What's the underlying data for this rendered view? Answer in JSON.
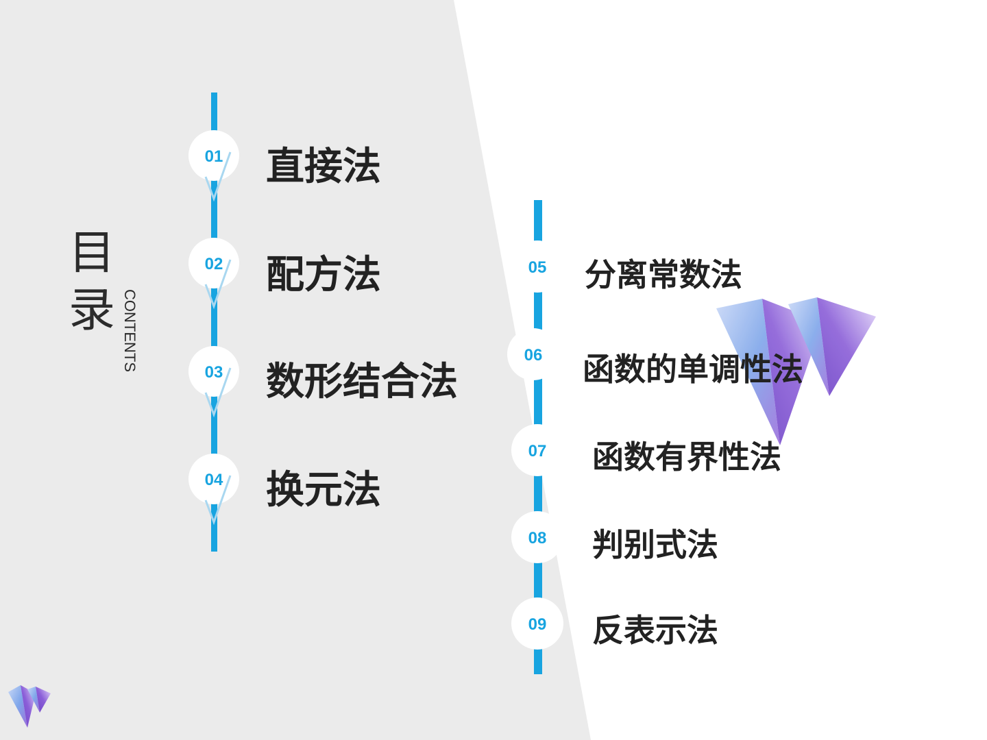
{
  "title": {
    "main_char_1": "目",
    "main_char_2": "录",
    "subtitle": "CONTENTS"
  },
  "left_items": [
    {
      "number": "01",
      "label": "直接法"
    },
    {
      "number": "02",
      "label": "配方法"
    },
    {
      "number": "03",
      "label": "数形结合法"
    },
    {
      "number": "04",
      "label": "换元法"
    }
  ],
  "right_items": [
    {
      "number": "05",
      "label": "分离常数法"
    },
    {
      "number": "06",
      "label": "函数的单调性法"
    },
    {
      "number": "07",
      "label": "函数有界性法"
    },
    {
      "number": "08",
      "label": "判别式法"
    },
    {
      "number": "09",
      "label": "反表示法"
    }
  ],
  "colors": {
    "accent": "#18a4e0",
    "panel": "#ebebeb",
    "text": "#222222",
    "gem_purple": "#8a5bd6",
    "gem_blue": "#6fa8e8"
  },
  "icons": [
    "triangle-gem-icon",
    "corner-logo-icon"
  ]
}
